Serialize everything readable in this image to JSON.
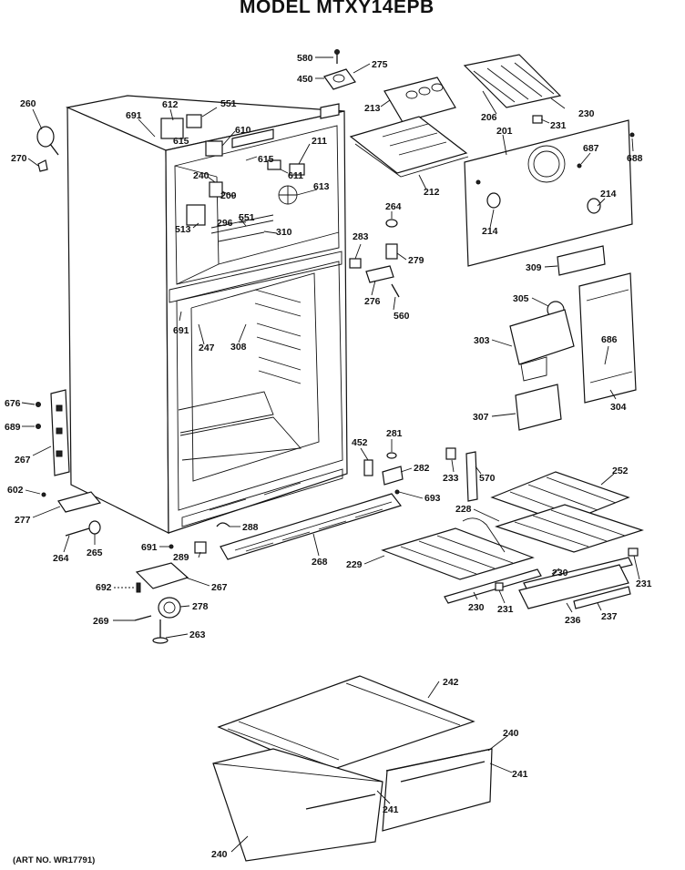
{
  "title": "MODEL MTXY14EPB",
  "art_no": "(ART NO. WR17791)",
  "part_labels": [
    {
      "id": "lbl-580-top",
      "text": "580"
    },
    {
      "id": "lbl-450",
      "text": "450"
    },
    {
      "id": "lbl-275",
      "text": "275"
    },
    {
      "id": "lbl-213",
      "text": "213"
    },
    {
      "id": "lbl-206",
      "text": "206"
    },
    {
      "id": "lbl-231-top",
      "text": "231"
    },
    {
      "id": "lbl-230-top",
      "text": "230"
    },
    {
      "id": "lbl-201",
      "text": "201"
    },
    {
      "id": "lbl-687",
      "text": "687"
    },
    {
      "id": "lbl-688-top",
      "text": "688"
    },
    {
      "id": "lbl-260",
      "text": "260"
    },
    {
      "id": "lbl-270",
      "text": "270"
    },
    {
      "id": "lbl-691-a",
      "text": "691"
    },
    {
      "id": "lbl-612",
      "text": "612"
    },
    {
      "id": "lbl-551-a",
      "text": "551"
    },
    {
      "id": "lbl-615-a",
      "text": "615"
    },
    {
      "id": "lbl-610",
      "text": "610"
    },
    {
      "id": "lbl-211",
      "text": "211"
    },
    {
      "id": "lbl-615-b",
      "text": "615"
    },
    {
      "id": "lbl-611",
      "text": "611"
    },
    {
      "id": "lbl-240",
      "text": "240"
    },
    {
      "id": "lbl-209",
      "text": "209"
    },
    {
      "id": "lbl-613",
      "text": "613"
    },
    {
      "id": "lbl-551-b",
      "text": "551"
    },
    {
      "id": "lbl-513",
      "text": "513"
    },
    {
      "id": "lbl-296",
      "text": "296"
    },
    {
      "id": "lbl-310",
      "text": "310"
    },
    {
      "id": "lbl-212",
      "text": "212"
    },
    {
      "id": "lbl-264-top",
      "text": "264"
    },
    {
      "id": "lbl-214-a",
      "text": "214"
    },
    {
      "id": "lbl-214-b",
      "text": "214"
    },
    {
      "id": "lbl-283",
      "text": "283"
    },
    {
      "id": "lbl-279",
      "text": "279"
    },
    {
      "id": "lbl-276",
      "text": "276"
    },
    {
      "id": "lbl-560",
      "text": "560"
    },
    {
      "id": "lbl-309",
      "text": "309"
    },
    {
      "id": "lbl-305",
      "text": "305"
    },
    {
      "id": "lbl-303",
      "text": "303"
    },
    {
      "id": "lbl-686",
      "text": "686"
    },
    {
      "id": "lbl-691-b",
      "text": "691"
    },
    {
      "id": "lbl-247",
      "text": "247"
    },
    {
      "id": "lbl-308",
      "text": "308"
    },
    {
      "id": "lbl-307",
      "text": "307"
    },
    {
      "id": "lbl-304",
      "text": "304"
    },
    {
      "id": "lbl-676",
      "text": "676"
    },
    {
      "id": "lbl-689",
      "text": "689"
    },
    {
      "id": "lbl-267-left",
      "text": "267"
    },
    {
      "id": "lbl-281",
      "text": "281"
    },
    {
      "id": "lbl-452",
      "text": "452"
    },
    {
      "id": "lbl-282",
      "text": "282"
    },
    {
      "id": "lbl-233",
      "text": "233"
    },
    {
      "id": "lbl-570",
      "text": "570"
    },
    {
      "id": "lbl-252",
      "text": "252"
    },
    {
      "id": "lbl-693",
      "text": "693"
    },
    {
      "id": "lbl-228",
      "text": "228"
    },
    {
      "id": "lbl-602",
      "text": "602"
    },
    {
      "id": "lbl-277",
      "text": "277"
    },
    {
      "id": "lbl-288",
      "text": "288"
    },
    {
      "id": "lbl-691-c",
      "text": "691"
    },
    {
      "id": "lbl-289",
      "text": "289"
    },
    {
      "id": "lbl-264-bot",
      "text": "264"
    },
    {
      "id": "lbl-265",
      "text": "265"
    },
    {
      "id": "lbl-268",
      "text": "268"
    },
    {
      "id": "lbl-229",
      "text": "229"
    },
    {
      "id": "lbl-230-mid",
      "text": "230"
    },
    {
      "id": "lbl-231-right",
      "text": "231"
    },
    {
      "id": "lbl-692",
      "text": "692"
    },
    {
      "id": "lbl-267-bot",
      "text": "267"
    },
    {
      "id": "lbl-278",
      "text": "278"
    },
    {
      "id": "lbl-230-bot",
      "text": "230"
    },
    {
      "id": "lbl-231-bot",
      "text": "231"
    },
    {
      "id": "lbl-236",
      "text": "236"
    },
    {
      "id": "lbl-237",
      "text": "237"
    },
    {
      "id": "lbl-269",
      "text": "269"
    },
    {
      "id": "lbl-263",
      "text": "263"
    },
    {
      "id": "lbl-242",
      "text": "242"
    },
    {
      "id": "lbl-240-right",
      "text": "240"
    },
    {
      "id": "lbl-241-right",
      "text": "241"
    },
    {
      "id": "lbl-241-mid",
      "text": "241"
    },
    {
      "id": "lbl-240-left",
      "text": "240"
    }
  ]
}
